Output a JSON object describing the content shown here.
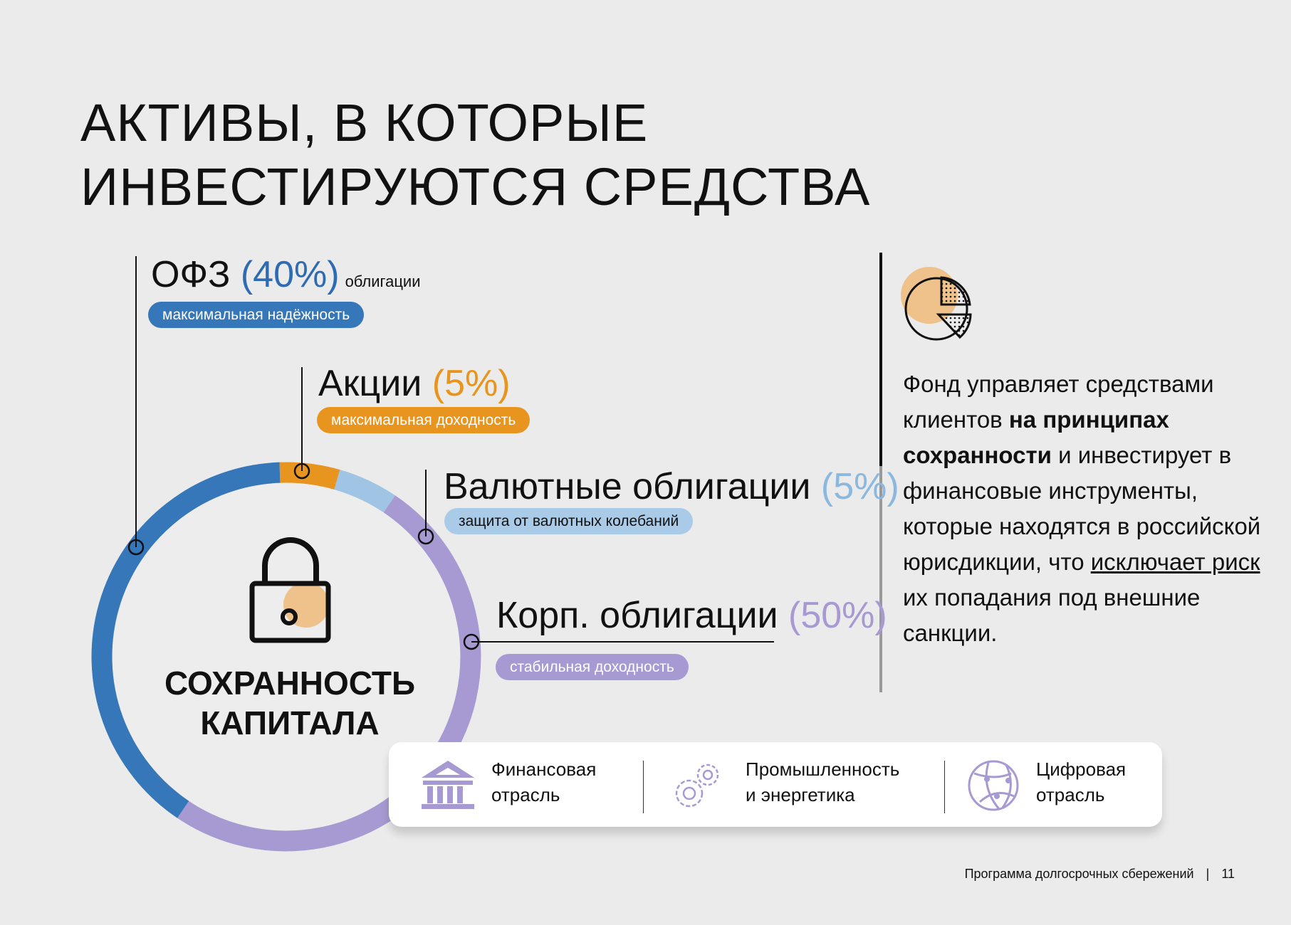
{
  "title": {
    "line1": "АКТИВЫ, В КОТОРЫЕ",
    "line2": "ИНВЕСТИРУЮТСЯ СРЕДСТВА"
  },
  "assets": [
    {
      "name": "ОФЗ",
      "pct": "(40%)",
      "suffix": "облигации",
      "tag": "максимальная надёжность",
      "value": 40,
      "color": "#3577b8"
    },
    {
      "name": "Акции",
      "pct": "(5%)",
      "tag": "максимальная доходность",
      "value": 5,
      "color": "#e8951f"
    },
    {
      "name": "Валютные облигации",
      "pct": "(5%)",
      "tag": "защита от валютных колебаний",
      "value": 5,
      "color": "#9fc4e4"
    },
    {
      "name": "Корп. облигации",
      "pct": "(50%)",
      "tag": "стабильная доходность",
      "value": 50,
      "color": "#a79ad2"
    }
  ],
  "center": {
    "line1": "СОХРАННОСТЬ",
    "line2": "КАПИТАЛА"
  },
  "paragraph": {
    "p1": "Фонд управляет средствами клиентов ",
    "b1": "на принципах сохранности",
    "p2": " и инвестирует в финансовые инструменты, которые находятся в российской юрисдикции, что ",
    "u1": "исключает риск",
    "p3": " их попадания под внешние санкции."
  },
  "sectors": [
    {
      "line1": "Финансовая",
      "line2": "отрасль",
      "icon": "bank-icon"
    },
    {
      "line1": "Промышленность",
      "line2": "и энергетика",
      "icon": "gears-icon"
    },
    {
      "line1": "Цифровая",
      "line2": "отрасль",
      "icon": "globe-icon"
    }
  ],
  "footer": {
    "text": "Программа долгосрочных сбережений",
    "page": "11"
  }
}
